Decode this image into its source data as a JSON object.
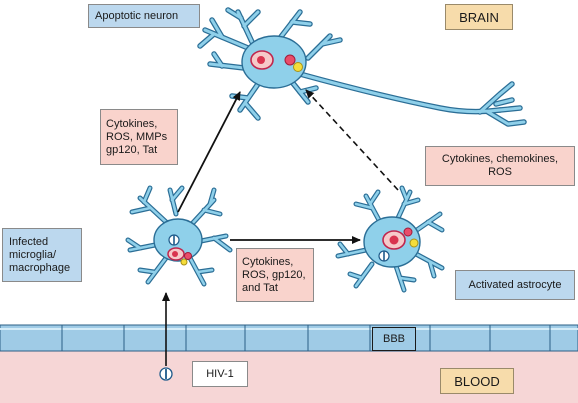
{
  "labels": {
    "apoptotic_neuron": "Apoptotic neuron",
    "brain": "BRAIN",
    "cytokines_left": "Cytokines,\nROS, MMPs\ngp120, Tat",
    "cytokines_right": "Cytokines, chemokines,\nROS",
    "infected_microglia": "Infected\nmicroglia/\nmacrophage",
    "cytokines_middle": "Cytokines,\nROS, gp120,\nand Tat",
    "activated_astrocyte": "Activated astrocyte",
    "bbb": "BBB",
    "hiv": "HIV-1",
    "blood": "BLOOD"
  },
  "colors": {
    "cell_fill": "#8fd0ea",
    "cell_stroke": "#2b6e96",
    "label_blue": "#bcd8ee",
    "label_pink": "#f9d3cc",
    "label_tan": "#f7dcab",
    "barrier": "#9fcbe6",
    "blood": "#f6d6d6"
  }
}
